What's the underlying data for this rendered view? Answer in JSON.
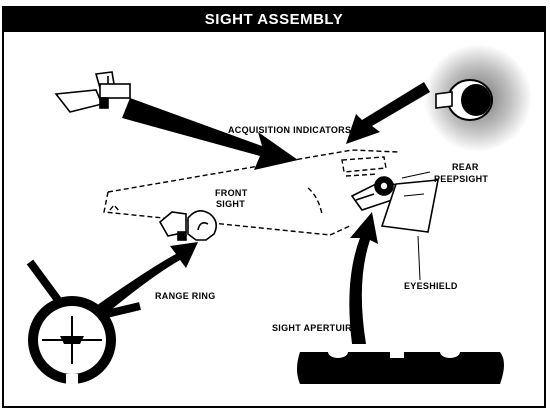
{
  "title": "SIGHT ASSEMBLY",
  "labels": {
    "acquisition_indicators": "ACQUISITION INDICATORS",
    "front_sight_line1": "FRONT",
    "front_sight_line2": "SIGHT",
    "rear_peepsight_line1": "REAR",
    "rear_peepsight_line2": "PEEPSIGHT",
    "range_ring": "RANGE RING",
    "eyeshield": "EYESHIELD",
    "sight_aperture": "SIGHT APERTUIRE"
  },
  "colors": {
    "ink": "#000000",
    "paper": "#ffffff"
  }
}
